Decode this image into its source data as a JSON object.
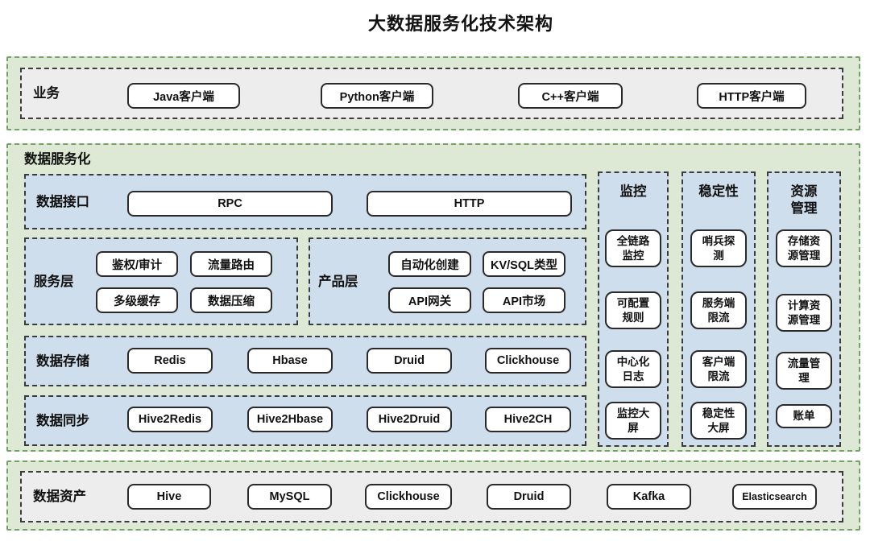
{
  "title": "大数据服务化技术架构",
  "colors": {
    "green_fill": "#dde9d4",
    "green_border": "#74a168",
    "blue_fill": "#cfdeec",
    "gray_fill": "#ededed",
    "dark_border": "#3b3b3b",
    "node_fill": "#ffffff",
    "node_border": "#2a2a2a"
  },
  "business": {
    "label": "业务",
    "items": [
      "Java客户端",
      "Python客户端",
      "C++客户端",
      "HTTP客户端"
    ]
  },
  "data_service": {
    "label": "数据服务化",
    "data_interface": {
      "label": "数据接口",
      "items": [
        "RPC",
        "HTTP"
      ]
    },
    "service_layer": {
      "label": "服务层",
      "items": [
        "鉴权/审计",
        "流量路由",
        "多级缓存",
        "数据压缩"
      ]
    },
    "product_layer": {
      "label": "产品层",
      "items": [
        "自动化创建",
        "KV/SQL类型",
        "API网关",
        "API市场"
      ]
    },
    "data_storage": {
      "label": "数据存储",
      "items": [
        "Redis",
        "Hbase",
        "Druid",
        "Clickhouse"
      ]
    },
    "data_sync": {
      "label": "数据同步",
      "items": [
        "Hive2Redis",
        "Hive2Hbase",
        "Hive2Druid",
        "Hive2CH"
      ]
    },
    "monitoring": {
      "label": "监控",
      "items": [
        "全链路\n监控",
        "可配置\n规则",
        "中心化\n日志",
        "监控大\n屏"
      ]
    },
    "stability": {
      "label": "稳定性",
      "items": [
        "哨兵探\n测",
        "服务端\n限流",
        "客户端\n限流",
        "稳定性\n大屏"
      ]
    },
    "resource_mgmt": {
      "label": "资源\n管理",
      "items": [
        "存储资\n源管理",
        "计算资\n源管理",
        "流量管\n理",
        "账单"
      ]
    }
  },
  "data_assets": {
    "label": "数据资产",
    "items": [
      "Hive",
      "MySQL",
      "Clickhouse",
      "Druid",
      "Kafka",
      "Elasticsearch"
    ]
  }
}
